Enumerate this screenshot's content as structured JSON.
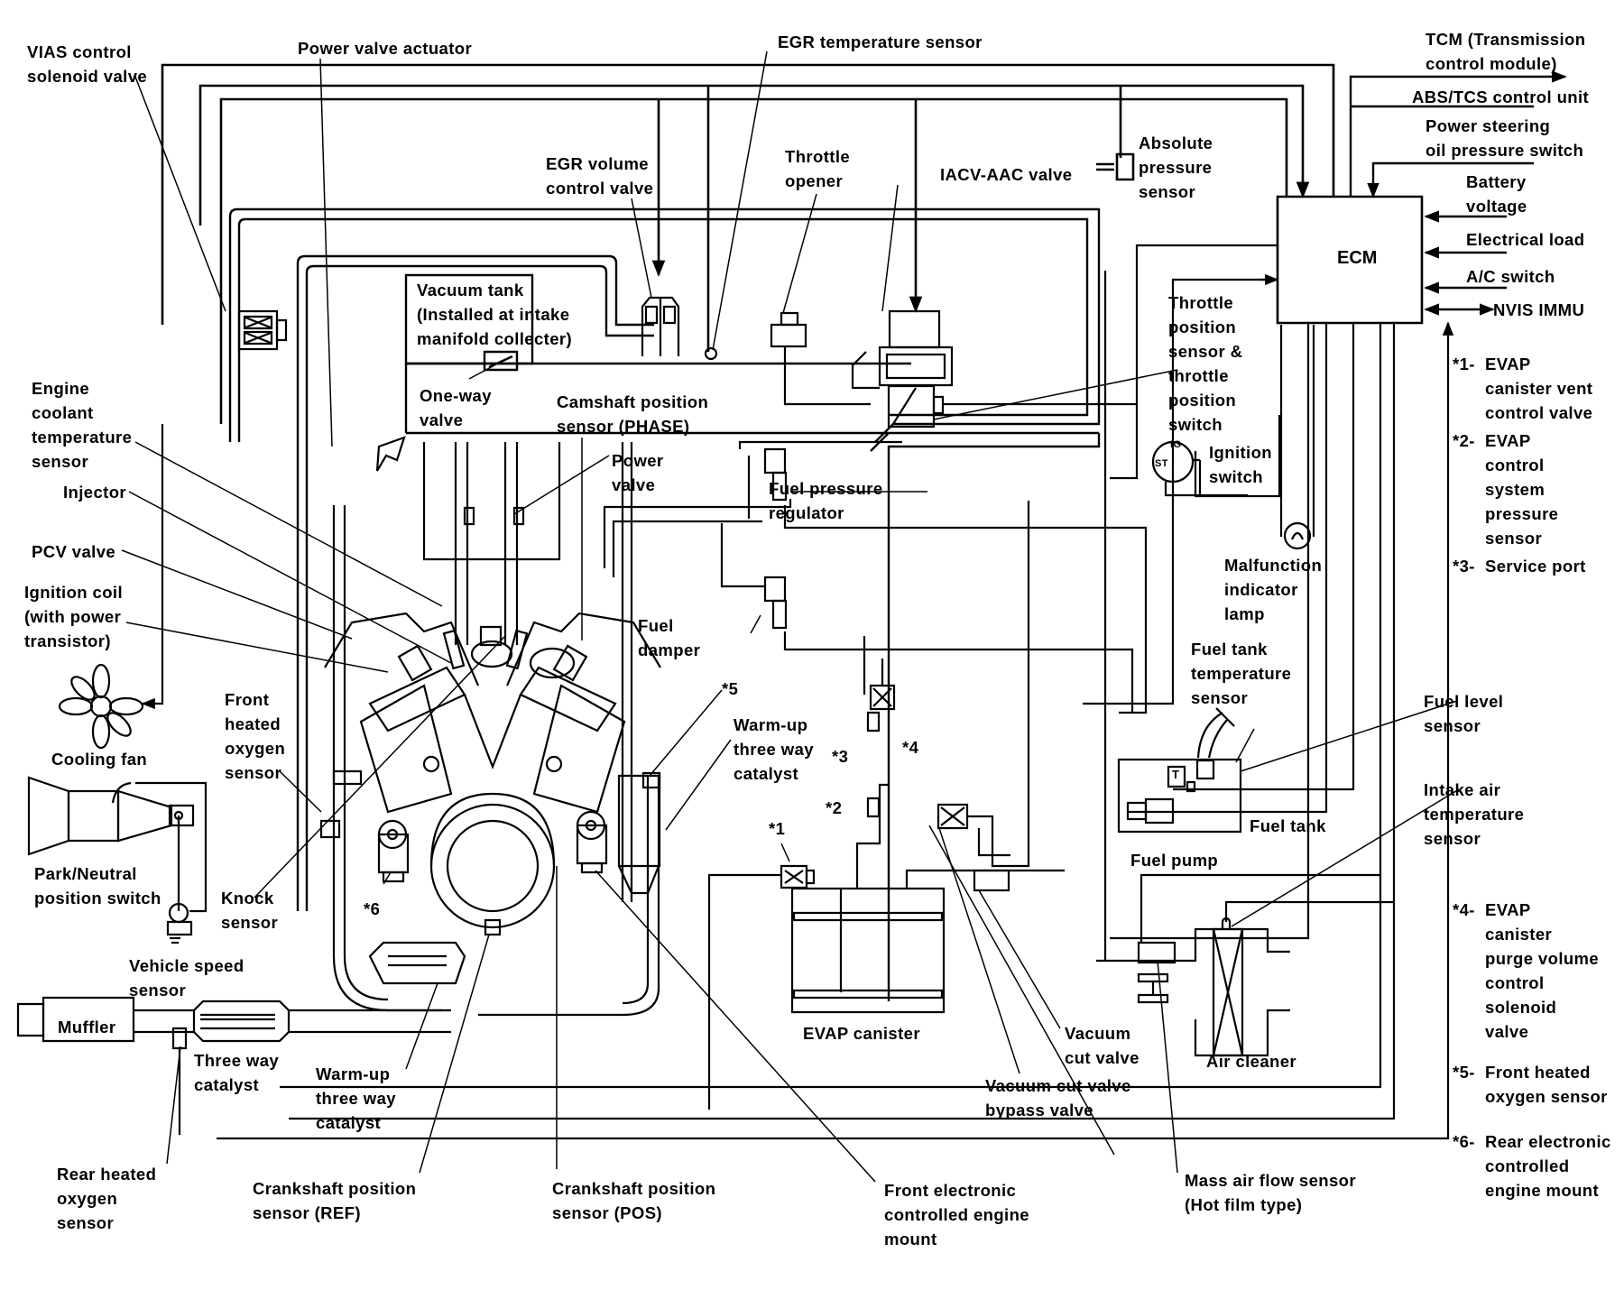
{
  "diagram": {
    "title": "Engine control system diagram",
    "ecm_label": "ECM",
    "labels": {
      "vias": "VIAS control\nsolenoid valve",
      "power_valve_actuator": "Power valve actuator",
      "egr_temp_sensor": "EGR temperature sensor",
      "tcm": "TCM (Transmission\ncontrol module)",
      "abs_tcs": "ABS/TCS control unit",
      "power_steering": "Power steering\noil pressure switch",
      "battery_voltage": "Battery\nvoltage",
      "electrical_load": "Electrical load",
      "ac_switch": "A/C switch",
      "nvis_immu": "NVIS IMMU",
      "egr_volume_valve": "EGR volume\ncontrol valve",
      "throttle_opener": "Throttle\nopener",
      "iacv_aac": "IACV-AAC valve",
      "absolute_pressure": "Absolute\npressure\nsensor",
      "vacuum_tank": "Vacuum tank\n(Installed at intake\nmanifold collecter)",
      "one_way_valve": "One-way\nvalve",
      "camshaft_sensor": "Camshaft position\nsensor (PHASE)",
      "power_valve": "Power\nvalve",
      "throttle_position": "Throttle\nposition\nsensor &\nthrottle\nposition\nswitch",
      "ignition_switch": "Ignition\nswitch",
      "engine_coolant": "Engine\ncoolant\ntemperature\nsensor",
      "injector": "Injector",
      "pcv_valve": "PCV valve",
      "ignition_coil": "Ignition coil\n(with power\ntransistor)",
      "fuel_pressure_regulator": "Fuel pressure\nregulator",
      "fuel_damper": "Fuel\ndamper",
      "malfunction_lamp": "Malfunction\nindicator\nlamp",
      "fuel_tank_temp": "Fuel tank\ntemperature\nsensor",
      "fuel_level": "Fuel level\nsensor",
      "cooling_fan": "Cooling fan",
      "front_heated_o2": "Front\nheated\noxygen\nsensor",
      "star5": "*5",
      "warmup_twc_right": "Warm-up\nthree way\ncatalyst",
      "star3": "*3",
      "star4": "*4",
      "star2": "*2",
      "star1": "*1",
      "star6": "*6",
      "park_neutral": "Park/Neutral\nposition switch",
      "knock_sensor": "Knock\nsensor",
      "vehicle_speed": "Vehicle speed\nsensor",
      "muffler": "Muffler",
      "three_way_catalyst": "Three way\ncatalyst",
      "warmup_twc_left": "Warm-up\nthree way\ncatalyst",
      "evap_canister": "EVAP canister",
      "vacuum_cut_valve": "Vacuum\ncut valve",
      "vacuum_cut_bypass": "Vacuum cut valve\nbypass valve",
      "air_cleaner": "Air cleaner",
      "fuel_tank": "Fuel tank",
      "fuel_pump": "Fuel pump",
      "intake_air_temp": "Intake air\ntemperature\nsensor",
      "rear_heated_o2": "Rear heated\noxygen\nsensor",
      "crank_ref": "Crankshaft position\nsensor (REF)",
      "crank_pos": "Crankshaft position\nsensor (POS)",
      "front_engine_mount": "Front electronic\ncontrolled engine\nmount",
      "maf": "Mass air flow sensor\n(Hot film type)",
      "ig_mark": "IG",
      "st_mark": "ST",
      "t_mark": "T"
    },
    "legend": [
      {
        "mark": "*1-",
        "text": "EVAP\ncanister vent\ncontrol valve"
      },
      {
        "mark": "*2-",
        "text": "EVAP\ncontrol\nsystem\npressure\nsensor"
      },
      {
        "mark": "*3-",
        "text": "Service port"
      },
      {
        "mark": "*4-",
        "text": "EVAP\ncanister\npurge volume\ncontrol\nsolenoid\nvalve"
      },
      {
        "mark": "*5-",
        "text": "Front heated\noxygen sensor"
      },
      {
        "mark": "*6-",
        "text": "Rear electronic\ncontrolled\nengine mount"
      }
    ]
  }
}
